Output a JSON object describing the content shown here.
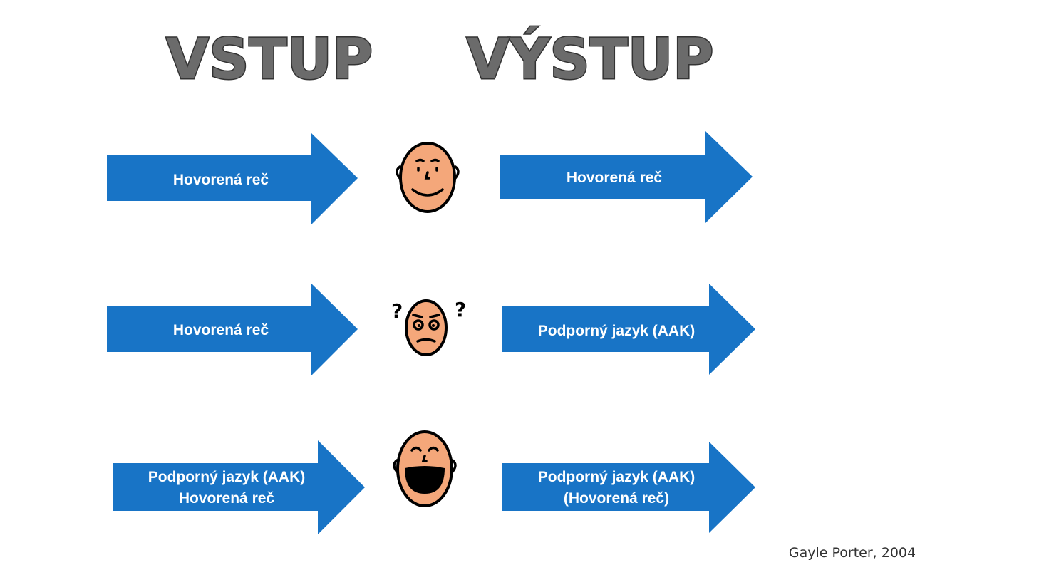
{
  "headings": {
    "input": "VSTUP",
    "output": "VÝSTUP"
  },
  "rows": [
    {
      "input": [
        "Hovorená reč"
      ],
      "output": [
        "Hovorená reč"
      ],
      "face": "smiling-face-icon"
    },
    {
      "input": [
        "Hovorená reč"
      ],
      "output": [
        "Podporný jazyk (AAK)"
      ],
      "face": "confused-face-icon"
    },
    {
      "input": [
        "Podporný jazyk (AAK)",
        "Hovorená reč"
      ],
      "output": [
        "Podporný jazyk (AAK)",
        "(Hovorená reč)"
      ],
      "face": "laughing-face-icon"
    }
  ],
  "citation": "Gayle Porter, 2004",
  "colors": {
    "arrow": "#1874c6",
    "skin": "#f4a77a",
    "heading": "#6b6b6b"
  }
}
